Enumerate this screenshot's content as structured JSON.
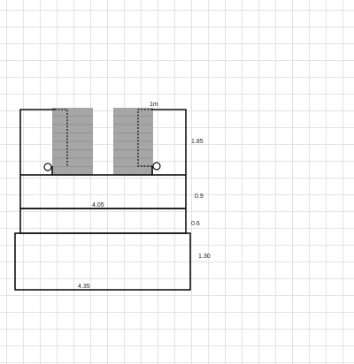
{
  "diagram": {
    "labels": {
      "top_width": "1m",
      "height_top": "1.85",
      "width_middle": "4.05",
      "height_middle": "0.9",
      "height_step": "0.6",
      "height_bottom": "1.30",
      "width_bottom": "4.35"
    },
    "colors": {
      "outline": "#111111",
      "stair_fill": "#a6a6a6",
      "stair_line": "#8c8c8c",
      "grid": "#e3e3e3"
    },
    "stairs": {
      "left_treads": 7,
      "right_treads": 7
    }
  }
}
